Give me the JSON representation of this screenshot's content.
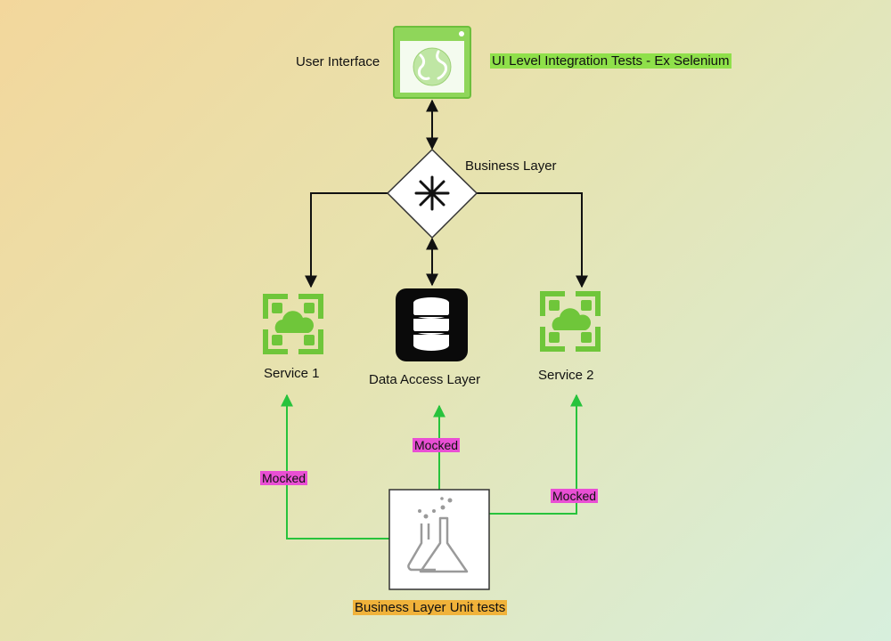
{
  "nodes": {
    "ui": {
      "label": "User Interface",
      "icon": "browser-globe-icon"
    },
    "business": {
      "label": "Business Layer",
      "icon": "asterisk-icon"
    },
    "service1": {
      "label": "Service 1",
      "icon": "cloud-service-icon"
    },
    "dal": {
      "label": "Data Access Layer",
      "icon": "database-icon"
    },
    "service2": {
      "label": "Service 2",
      "icon": "cloud-service-icon"
    },
    "tests": {
      "label": "Business Layer Unit tests",
      "icon": "lab-flasks-icon"
    }
  },
  "annotations": {
    "ui_tests": "UI Level Integration Tests - Ex Selenium",
    "mocked_service1": "Mocked",
    "mocked_dal": "Mocked",
    "mocked_service2": "Mocked"
  },
  "colors": {
    "green_highlight": "#8fe04a",
    "pink_highlight": "#e94fd4",
    "orange_highlight": "#f0b23a",
    "mock_arrow": "#27c33c",
    "service_green": "#6fc63a"
  }
}
